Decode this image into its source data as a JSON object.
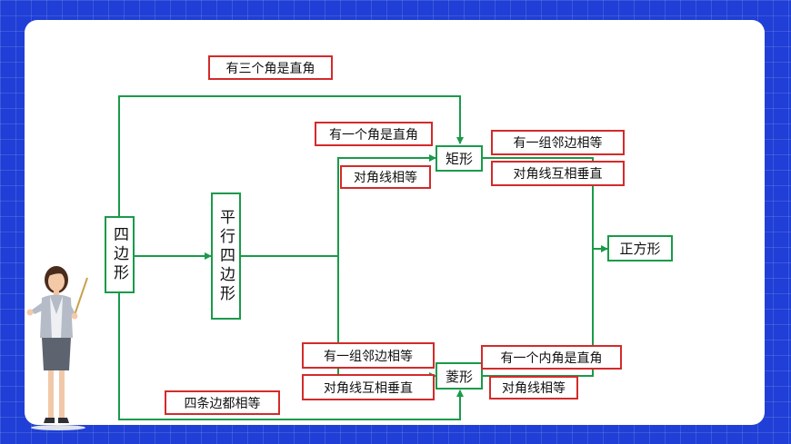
{
  "colors": {
    "background": "#1f3fd6",
    "card": "#ffffff",
    "line": "#1a9a4a",
    "condition_border": "#d42a2a",
    "shape_border": "#1a9a4a"
  },
  "shapes": {
    "quadrilateral": "四边形",
    "parallelogram": "平行四边形",
    "rectangle": "矩形",
    "rhombus": "菱形",
    "square": "正方形"
  },
  "conditions": {
    "quad_to_rect": "有三个角是直角",
    "para_to_rect_angle": "有一个角是直角",
    "para_to_rect_diag": "对角线相等",
    "rect_to_square_sides": "有一组邻边相等",
    "rect_to_square_diag": "对角线互相垂直",
    "para_to_rhombus_sides": "有一组邻边相等",
    "para_to_rhombus_diag": "对角线互相垂直",
    "rhombus_to_square_angle": "有一个内角是直角",
    "rhombus_to_square_diag": "对角线相等",
    "quad_to_rhombus": "四条边都相等"
  },
  "illustration": {
    "icon": "teacher-icon"
  }
}
